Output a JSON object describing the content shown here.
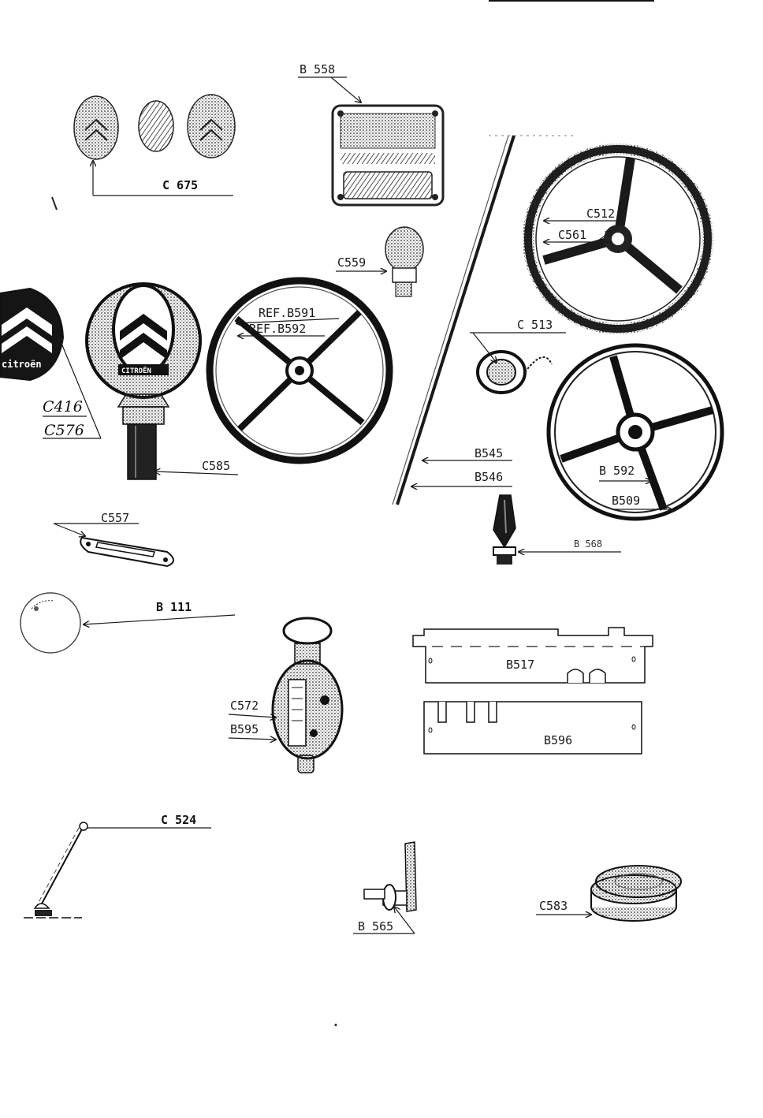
{
  "labels": {
    "c675": "C 675",
    "b558": "B 558",
    "c559": "C559",
    "c512": "C512",
    "c561": "C561",
    "ref_b591": "REF.B591",
    "ref_b592": "REF.B592",
    "c513": "C 513",
    "c416": "C416",
    "c576": "C576",
    "c585": "C585",
    "b545": "B545",
    "b546": "B546",
    "b592": "B 592",
    "b509": "B509",
    "c557": "C557",
    "b568": "B 568",
    "b111": "B 111",
    "b517": "B517",
    "c572": "C572",
    "b595": "B595",
    "b596": "B596",
    "c524": "C 524",
    "b565": "B 565",
    "c583": "C583"
  },
  "emblem_text": {
    "badge_left": "citroën",
    "mascot": "CITROËN"
  }
}
